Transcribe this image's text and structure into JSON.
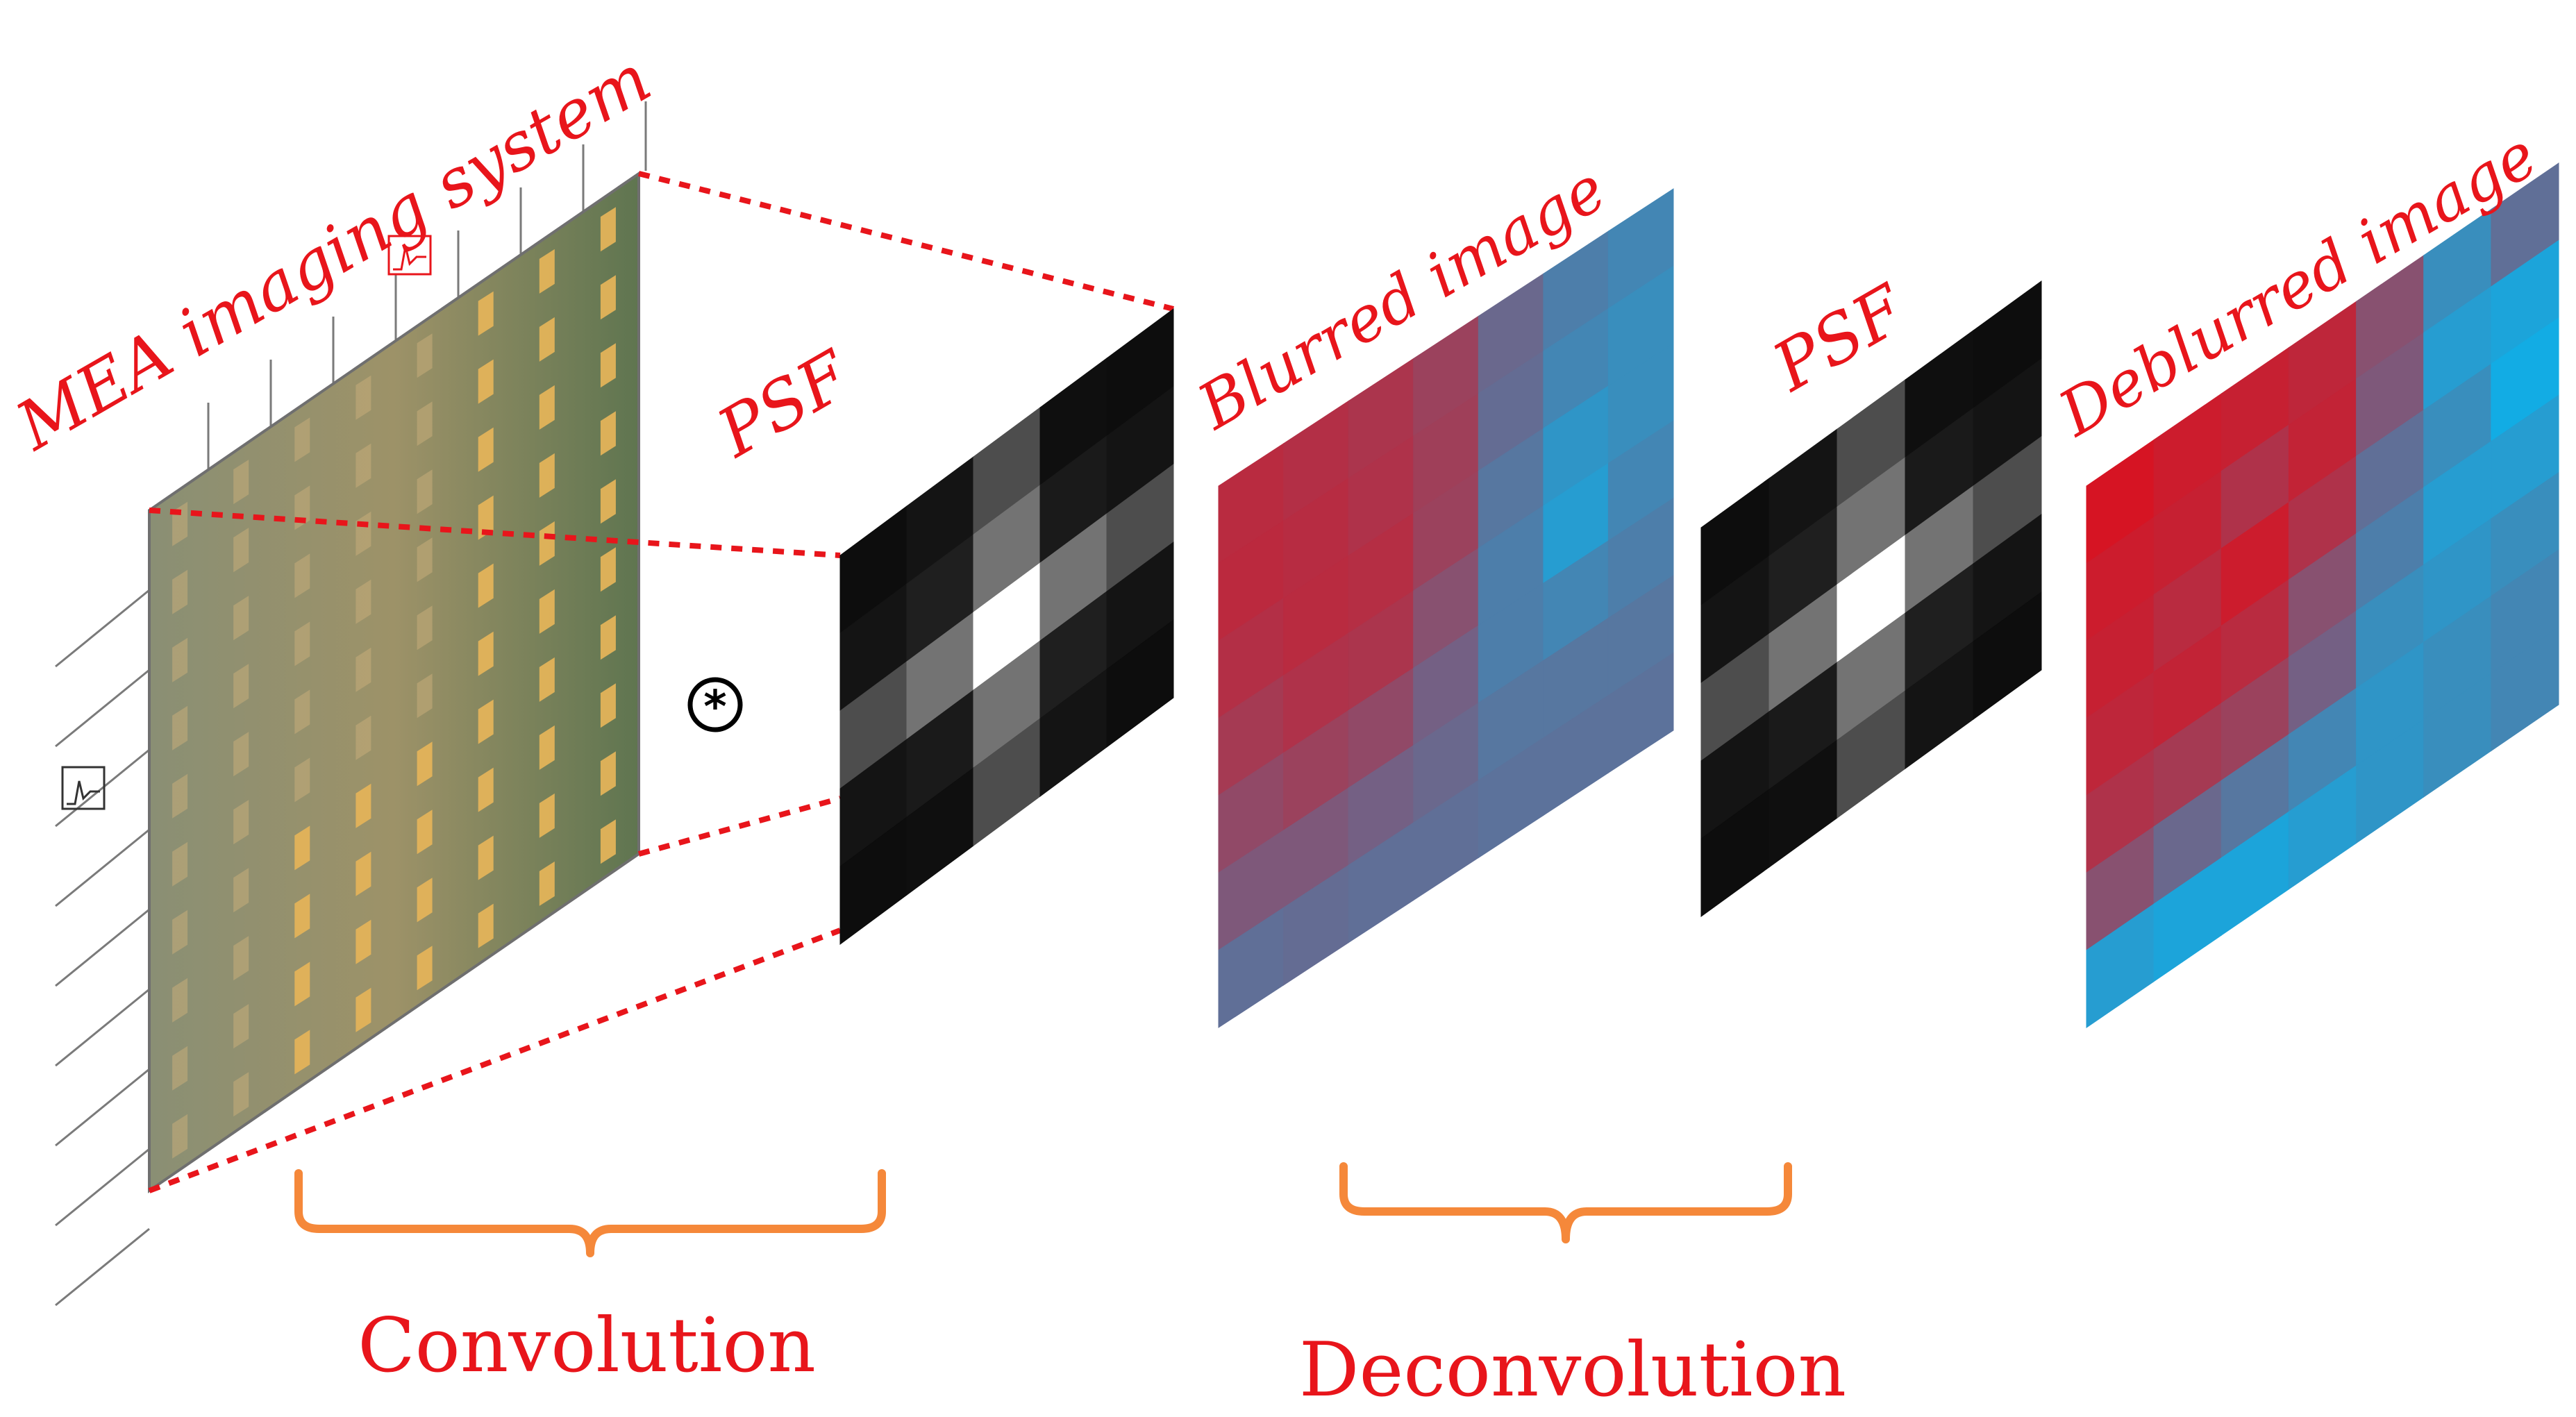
{
  "labels": {
    "mea": "MEA imaging system",
    "psf1": "PSF",
    "blurred": "Blurred image",
    "psf2": "PSF",
    "deblurred": "Deblurred image",
    "convolution": "Convolution",
    "deconvolution": "Deconvolution",
    "operator": "*"
  },
  "colors": {
    "label_red": "#e8151b",
    "brace_orange": "#f5883a",
    "red_pixel": "#d01a2a",
    "blue_pixel": "#1aa6e0"
  },
  "grids": {
    "psf_kernel": [
      [
        0.05,
        0.08,
        0.3,
        0.06,
        0.05
      ],
      [
        0.08,
        0.12,
        0.45,
        0.1,
        0.08
      ],
      [
        0.3,
        0.45,
        1.0,
        0.45,
        0.3
      ],
      [
        0.08,
        0.1,
        0.45,
        0.12,
        0.08
      ],
      [
        0.05,
        0.06,
        0.3,
        0.08,
        0.05
      ]
    ],
    "blurred": [
      [
        0.85,
        0.82,
        0.78,
        0.7,
        0.45,
        0.3,
        0.25
      ],
      [
        0.86,
        0.84,
        0.8,
        0.72,
        0.42,
        0.25,
        0.2
      ],
      [
        0.82,
        0.85,
        0.83,
        0.7,
        0.35,
        0.15,
        0.2
      ],
      [
        0.75,
        0.8,
        0.78,
        0.6,
        0.3,
        0.1,
        0.25
      ],
      [
        0.65,
        0.7,
        0.65,
        0.5,
        0.3,
        0.25,
        0.3
      ],
      [
        0.55,
        0.55,
        0.5,
        0.45,
        0.35,
        0.35,
        0.35
      ],
      [
        0.4,
        0.42,
        0.4,
        0.4,
        0.38,
        0.38,
        0.38
      ]
    ],
    "deblurred": [
      [
        1.0,
        0.95,
        0.92,
        0.88,
        0.6,
        0.2,
        0.4
      ],
      [
        0.95,
        0.92,
        0.8,
        0.9,
        0.55,
        0.1,
        0.05
      ],
      [
        0.92,
        0.85,
        0.95,
        0.8,
        0.4,
        0.2,
        0.0
      ],
      [
        0.88,
        0.9,
        0.85,
        0.6,
        0.3,
        0.1,
        0.1
      ],
      [
        0.8,
        0.75,
        0.7,
        0.5,
        0.2,
        0.15,
        0.2
      ],
      [
        0.6,
        0.45,
        0.35,
        0.25,
        0.15,
        0.2,
        0.25
      ],
      [
        0.1,
        0.05,
        0.05,
        0.1,
        0.15,
        0.2,
        0.25
      ]
    ],
    "mea_electrodes": {
      "rows": 10,
      "cols": 8
    }
  }
}
